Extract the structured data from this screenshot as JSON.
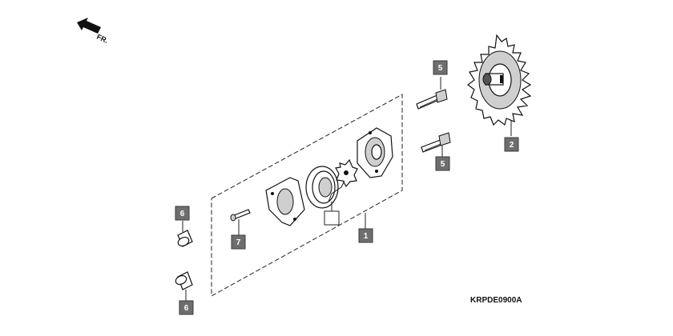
{
  "direction_label": "FR.",
  "diagram_code": "KRPDE0900A",
  "callouts": {
    "c1": "1",
    "c2": "2",
    "c5a": "5",
    "c5b": "5",
    "c6a": "6",
    "c6b": "6",
    "c7": "7",
    "empty": ""
  }
}
